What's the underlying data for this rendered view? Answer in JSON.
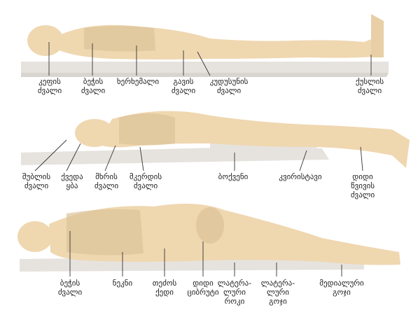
{
  "colors": {
    "body": "#efd7b0",
    "bone": "#dcc39a",
    "mattress": "#e6e3df",
    "line": "#333333"
  },
  "panels": [
    {
      "name": "supine",
      "labels": [
        "კეფის\nძვალი",
        "ბეჭის\nძვალი",
        "ხერხემალი",
        "გავის\nძვალი",
        "კუდუსუნის\nძვალი",
        "ქუსლის\nძვალი"
      ]
    },
    {
      "name": "prone",
      "labels": [
        "შუბლის\nძვალი",
        "ქვედა\nყბა",
        "მხრის\nძვალი",
        "მკერდის\nძვალი",
        "ბოქვენი",
        "კვირისტავი",
        "დიდი\nწვივის\nძვალი"
      ]
    },
    {
      "name": "lateral",
      "labels": [
        "ბეჭის\nძვალი",
        "ნეკნი",
        "თეძოს\nქედი",
        "დიდი\nციბრუტი",
        "ლატერა-\nლური\nროკი",
        "ლატერა-\nლური\nგოჯი",
        "მედიალური\nგოჯი"
      ]
    }
  ]
}
